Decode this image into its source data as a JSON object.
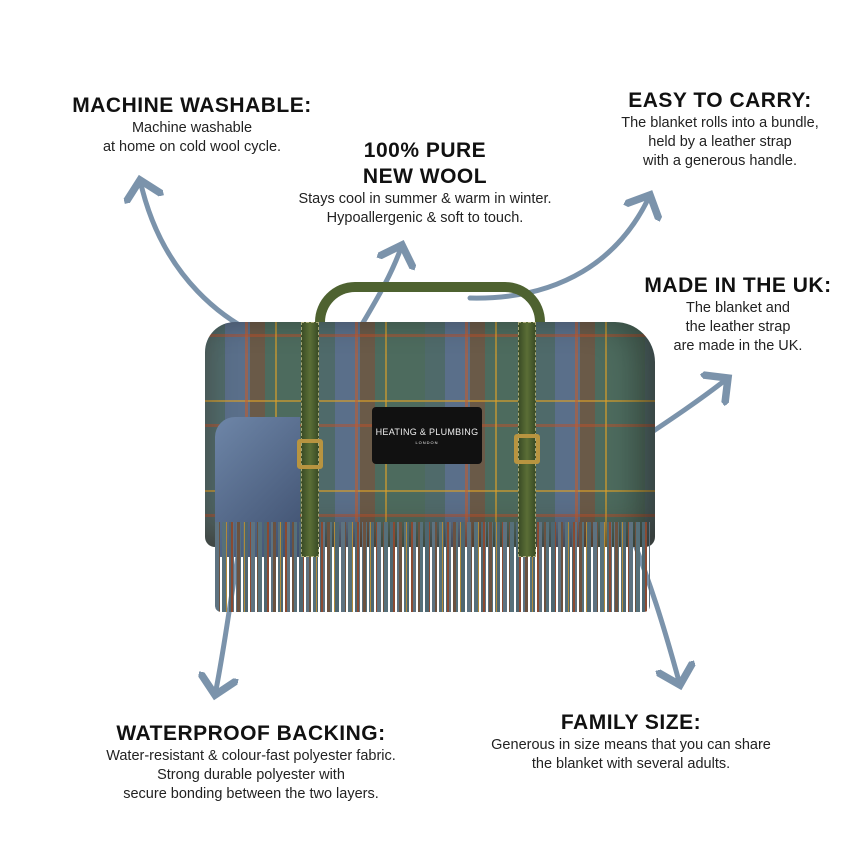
{
  "features": [
    {
      "title": "MACHINE WASHABLE:",
      "lines": [
        "Machine washable",
        "at home on cold wool cycle."
      ]
    },
    {
      "title_lines": [
        "100% PURE",
        "NEW WOOL"
      ],
      "lines": [
        "Stays cool in summer & warm in winter.",
        "Hypoallergenic & soft to touch."
      ]
    },
    {
      "title": "EASY TO CARRY:",
      "lines": [
        "The blanket rolls into a bundle,",
        "held by a leather strap",
        "with a generous handle."
      ]
    },
    {
      "title": "MADE IN THE UK:",
      "lines": [
        "The blanket and",
        "the leather strap",
        "are made in the UK."
      ]
    },
    {
      "title": "WATERPROOF BACKING:",
      "lines": [
        "Water-resistant & colour-fast polyester fabric.",
        "Strong durable polyester with",
        "secure bonding between the two layers."
      ]
    },
    {
      "title": "FAMILY SIZE:",
      "lines": [
        "Generous in size means that you can share",
        "the blanket with several adults."
      ]
    }
  ],
  "product": {
    "brand": "HEATING & PLUMBING",
    "brand_sub": "LONDON"
  },
  "colors": {
    "arrow": "#7b93ab",
    "text": "#111111"
  }
}
